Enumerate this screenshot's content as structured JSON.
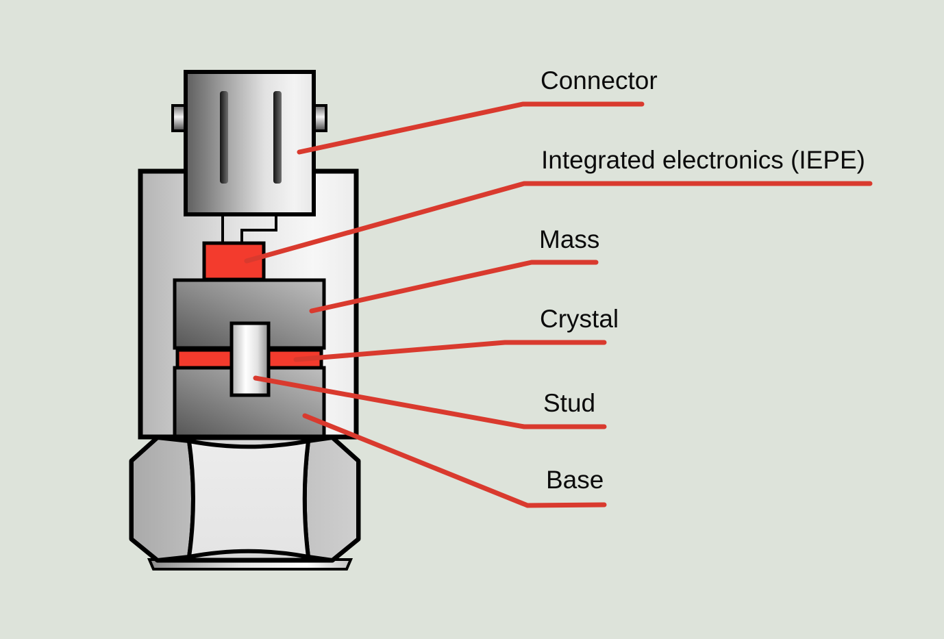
{
  "colors": {
    "background": "#dde3da",
    "accent_red_fill": "#f33b2d",
    "accent_red_line": "#d93a2e",
    "outline": "#000000"
  },
  "parts": [
    {
      "id": "connector",
      "label": "Connector"
    },
    {
      "id": "electronics",
      "label": "Integrated electronics (IEPE)"
    },
    {
      "id": "mass",
      "label": "Mass"
    },
    {
      "id": "crystal",
      "label": "Crystal"
    },
    {
      "id": "stud",
      "label": "Stud"
    },
    {
      "id": "base",
      "label": "Base"
    }
  ]
}
